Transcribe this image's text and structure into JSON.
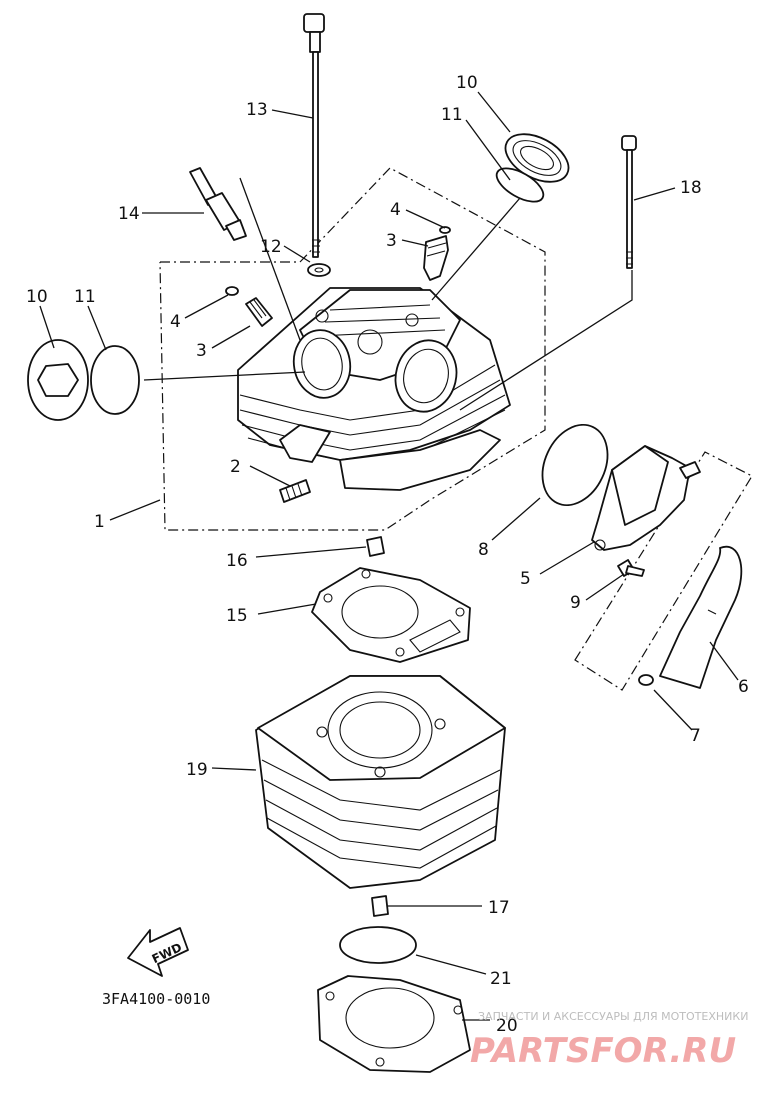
{
  "diagram": {
    "callouts": [
      {
        "id": "c13a",
        "text": "13"
      },
      {
        "id": "c10a",
        "text": "10"
      },
      {
        "id": "c11a",
        "text": "11"
      },
      {
        "id": "c18",
        "text": "18"
      },
      {
        "id": "c14",
        "text": "14"
      },
      {
        "id": "c4a",
        "text": "4"
      },
      {
        "id": "c3a",
        "text": "3"
      },
      {
        "id": "c12",
        "text": "12"
      },
      {
        "id": "c10b",
        "text": "10"
      },
      {
        "id": "c11b",
        "text": "11"
      },
      {
        "id": "c4b",
        "text": "4"
      },
      {
        "id": "c3b",
        "text": "3"
      },
      {
        "id": "c2",
        "text": "2"
      },
      {
        "id": "c1",
        "text": "1"
      },
      {
        "id": "c16",
        "text": "16"
      },
      {
        "id": "c8",
        "text": "8"
      },
      {
        "id": "c5",
        "text": "5"
      },
      {
        "id": "c9",
        "text": "9"
      },
      {
        "id": "c15",
        "text": "15"
      },
      {
        "id": "c6",
        "text": "6"
      },
      {
        "id": "c7",
        "text": "7"
      },
      {
        "id": "c19",
        "text": "19"
      },
      {
        "id": "c17",
        "text": "17"
      },
      {
        "id": "c21",
        "text": "21"
      },
      {
        "id": "c20",
        "text": "20"
      }
    ],
    "fwd_label": "FWD",
    "drawing_code": "3FA4100-0010"
  },
  "watermark": {
    "tagline": "ЗАПЧАСТИ И АКСЕССУАРЫ ДЛЯ МОТОТЕХНИКИ",
    "brand": "PARTSFOR.RU"
  }
}
